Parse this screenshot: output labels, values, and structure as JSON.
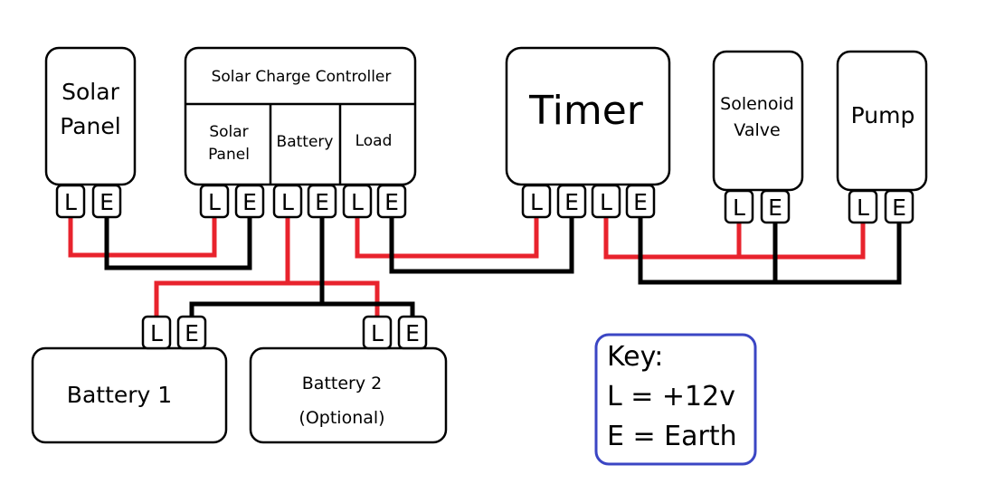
{
  "colors": {
    "live": "#e8232d",
    "earth": "#000000",
    "key_border": "#3b46c4"
  },
  "solar_panel": {
    "line1": "Solar",
    "line2": "Panel"
  },
  "charge_controller": {
    "title": "Solar Charge Controller",
    "solar_panel_line1": "Solar",
    "solar_panel_line2": "Panel",
    "battery": "Battery",
    "load": "Load"
  },
  "timer": {
    "label": "Timer"
  },
  "solenoid_valve": {
    "line1": "Solenoid",
    "line2": "Valve"
  },
  "pump": {
    "label": "Pump"
  },
  "battery1": {
    "label": "Battery 1"
  },
  "battery2": {
    "line1": "Battery 2",
    "line2": "(Optional)"
  },
  "terminals": {
    "live": "L",
    "earth": "E"
  },
  "key": {
    "title": "Key:",
    "live_def": "L = +12v",
    "earth_def": "E = Earth"
  }
}
